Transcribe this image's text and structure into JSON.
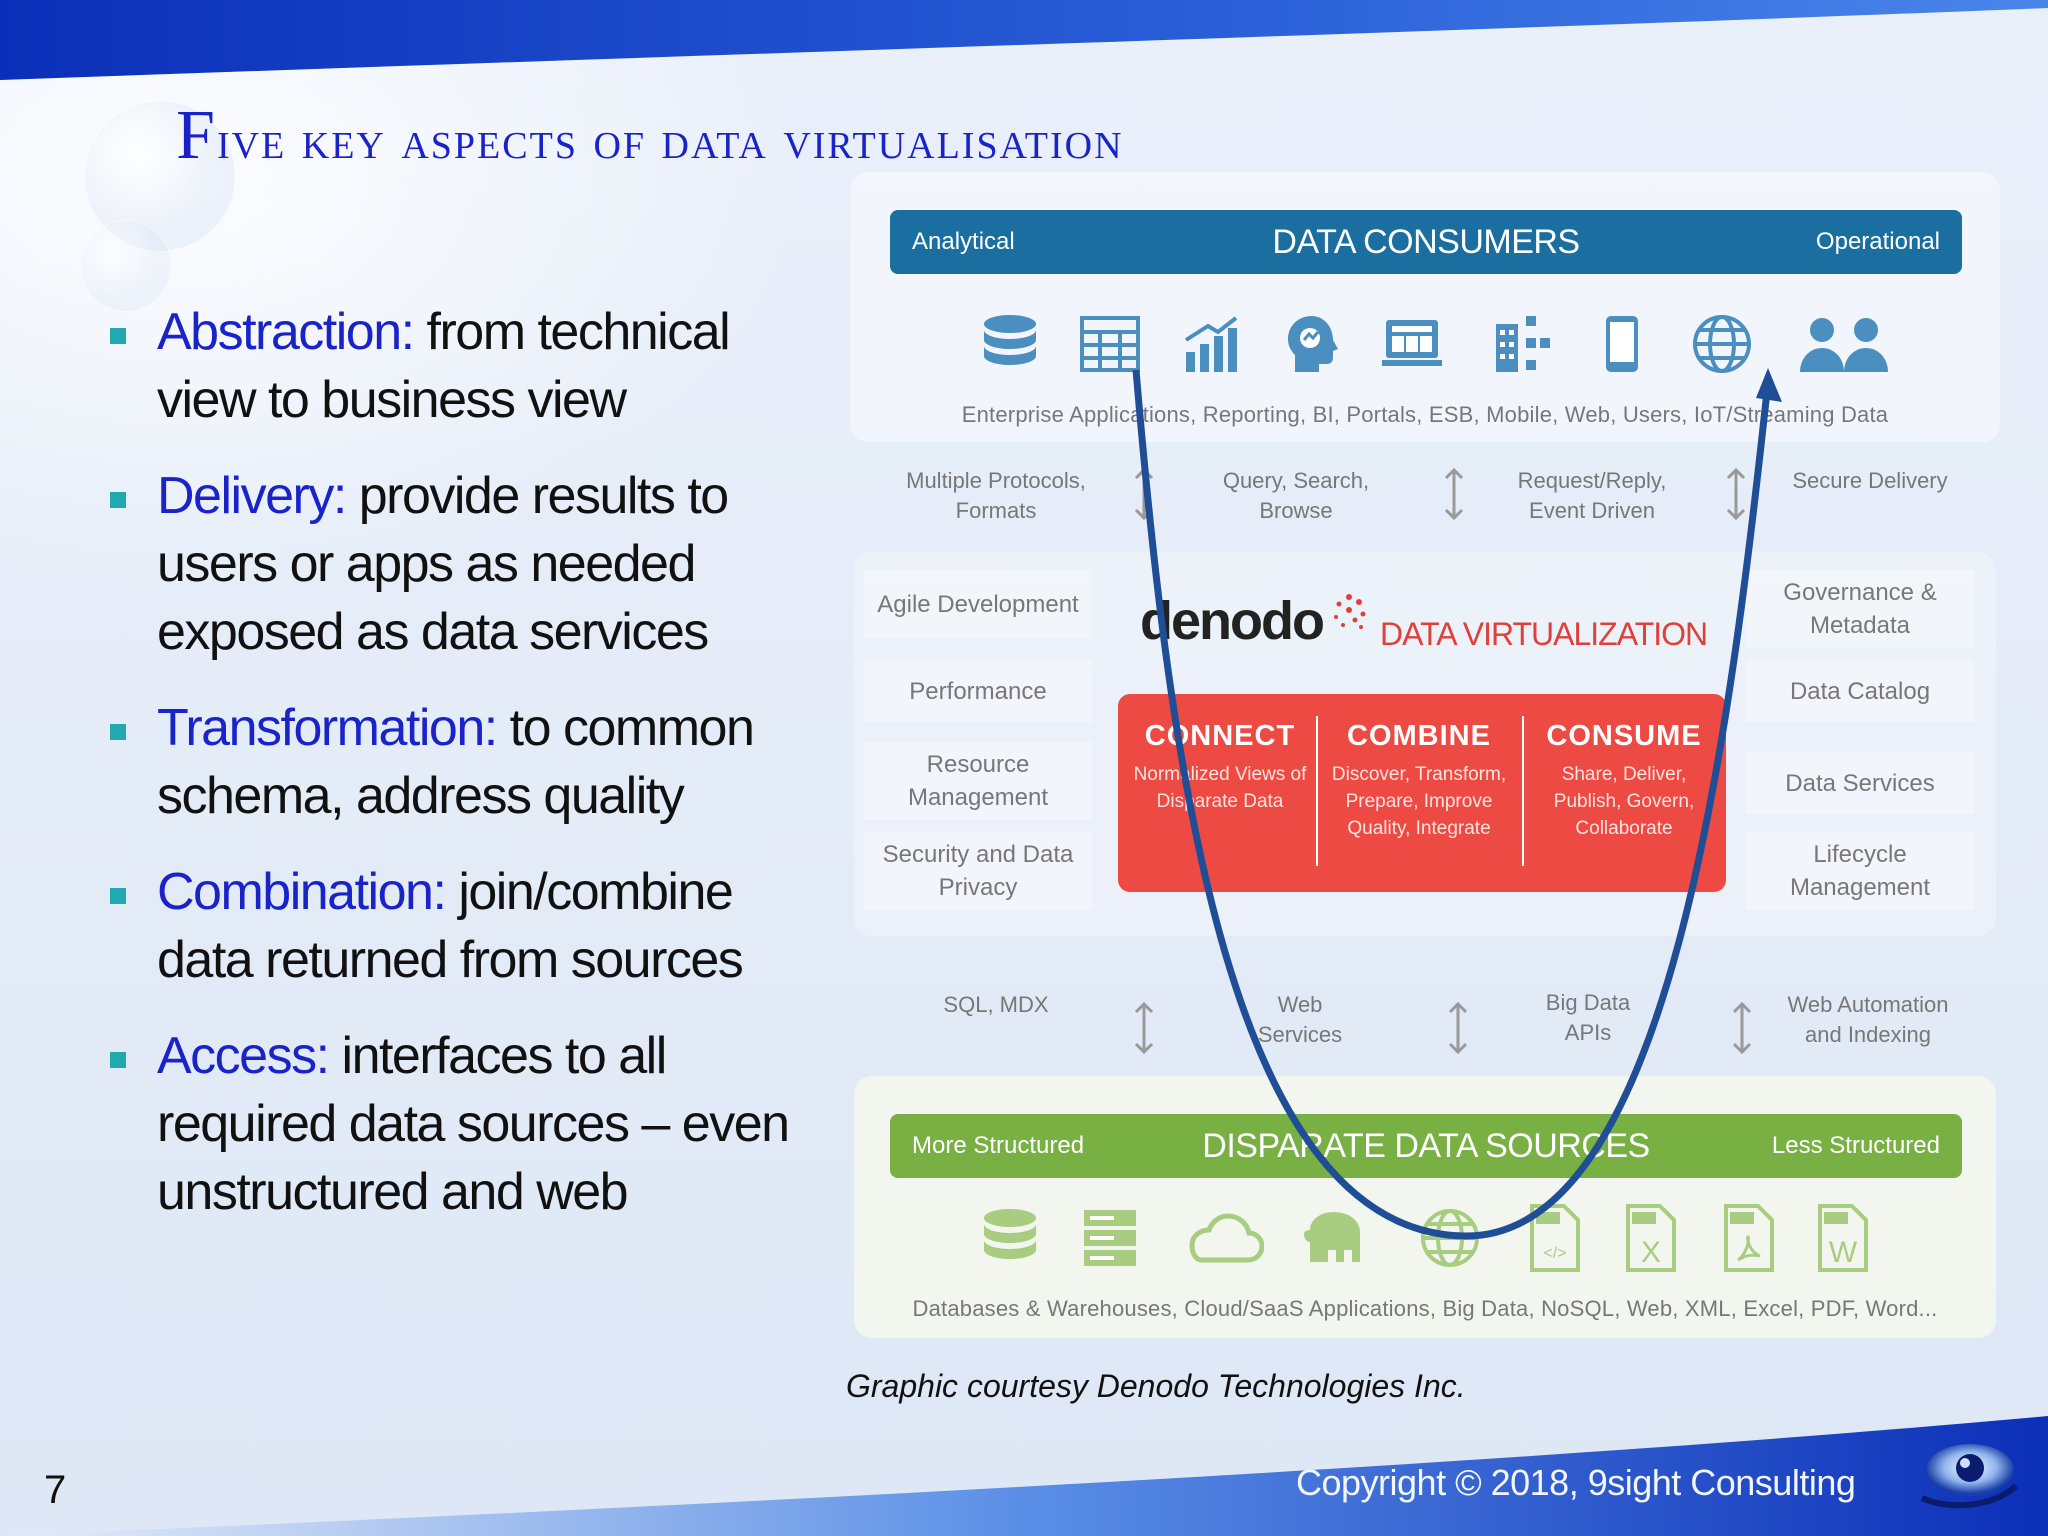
{
  "slide": {
    "title": "Five key aspects of data virtualisation",
    "number": "7",
    "copyright": "Copyright © 2018, 9sight Consulting",
    "courtesy": "Graphic courtesy Denodo Technologies Inc."
  },
  "bullets": [
    {
      "term": "Abstraction:",
      "text": " from technical view to business view"
    },
    {
      "term": "Delivery:",
      "text": " provide results to users or apps as needed exposed as data services"
    },
    {
      "term": "Transformation:",
      "text": " to common schema, address quality"
    },
    {
      "term": "Combination:",
      "text": " join/combine data returned from sources"
    },
    {
      "term": "Access:",
      "text": " interfaces to all required data sources – even unstructured and web"
    }
  ],
  "diagram": {
    "consumers": {
      "left": "Analytical",
      "center": "DATA CONSUMERS",
      "right": "Operational",
      "caption": "Enterprise Applications, Reporting, BI, Portals, ESB, Mobile, Web, Users, IoT/Streaming Data",
      "icons": [
        "database-icon",
        "table-icon",
        "bar-chart-icon",
        "head-idea-icon",
        "laptop-icon",
        "org-chart-icon",
        "mobile-icon",
        "globe-icon",
        "users-icon"
      ]
    },
    "delivery_protocols": [
      {
        "text": "Multiple Protocols, Formats"
      },
      {
        "text": "Query, Search, Browse"
      },
      {
        "text": "Request/Reply, Event Driven"
      },
      {
        "text": "Secure Delivery"
      }
    ],
    "virtualization": {
      "brand": "denodo",
      "label": "DATA VIRTUALIZATION",
      "left_items": [
        "Agile Development",
        "Performance",
        "Resource Management",
        "Security and Data Privacy"
      ],
      "right_items": [
        "Governance & Metadata",
        "Data Catalog",
        "Data Services",
        "Lifecycle Management"
      ],
      "columns": [
        {
          "heading": "CONNECT",
          "detail": "Normalized Views of Disparate Data"
        },
        {
          "heading": "COMBINE",
          "detail": "Discover, Transform, Prepare, Improve Quality, Integrate"
        },
        {
          "heading": "CONSUME",
          "detail": "Share, Deliver, Publish, Govern, Collaborate"
        }
      ]
    },
    "access_protocols": [
      {
        "text": "SQL, MDX"
      },
      {
        "text": "Web Services"
      },
      {
        "text": "Big Data APIs"
      },
      {
        "text": "Web Automation and Indexing"
      }
    ],
    "sources": {
      "left": "More Structured",
      "center": "DISPARATE DATA SOURCES",
      "right": "Less Structured",
      "caption": "Databases & Warehouses, Cloud/SaaS Applications, Big Data, NoSQL, Web, XML, Excel, PDF, Word...",
      "icons": [
        "database-icon",
        "server-icon",
        "cloud-icon",
        "elephant-icon",
        "globe-icon",
        "xml-file-icon",
        "excel-file-icon",
        "pdf-file-icon",
        "word-file-icon"
      ]
    },
    "colors": {
      "consumers_bar": "#1a6fa0",
      "sources_bar": "#79b044",
      "virtualization_box": "#ec4a43",
      "flow_arrow": "#1f4e97",
      "title_blue": "#1a23c8",
      "bullet_marker": "#22a8b0"
    }
  }
}
